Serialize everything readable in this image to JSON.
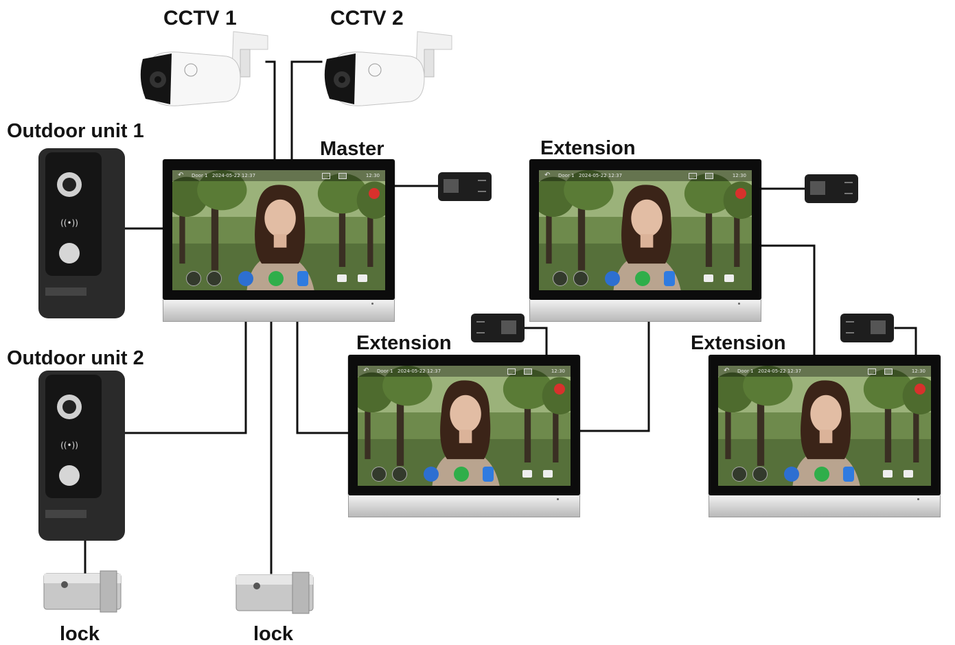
{
  "labels": {
    "cctv1": "CCTV 1",
    "cctv2": "CCTV 2",
    "outdoor1": "Outdoor unit 1",
    "outdoor2": "Outdoor unit 2",
    "master": "Master",
    "extension_top": "Extension",
    "extension_mid": "Extension",
    "extension_right": "Extension",
    "lock_left": "lock",
    "lock_mid": "lock"
  },
  "monitor_screen": {
    "door": "Door 1",
    "datetime": "2024-05-22 12:37",
    "time": "12:30"
  },
  "icons": [
    "cctv-camera-icon",
    "outdoor-doorbell-icon",
    "indoor-monitor-icon",
    "power-adapter-icon",
    "electric-lock-icon"
  ],
  "colors": {
    "wire": "#111111",
    "call_green": "#2fae4a",
    "unlock_blue": "#2f7be0",
    "alarm_red": "#d8312c",
    "monitor_bezel": "#0c0c0c"
  }
}
